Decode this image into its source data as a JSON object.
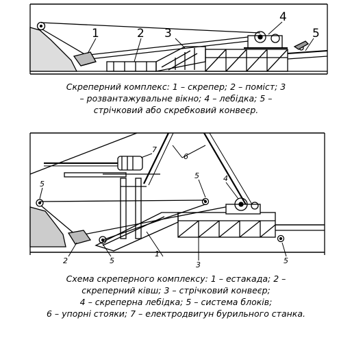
{
  "figure1": {
    "labels": [
      "1",
      "2",
      "3",
      "4",
      "5"
    ],
    "caption": [
      "Скреперний комплекс: 1 – скрепер; 2 – поміст; 3",
      "– розвантажувальне вікно; 4 – лебідка; 5 –",
      "стрічковий або скребковий конвеєр."
    ]
  },
  "figure2": {
    "labels": [
      "1",
      "2",
      "3",
      "4",
      "5",
      "5",
      "5",
      "5",
      "6",
      "7"
    ],
    "caption": [
      "Схема скреперного комплексу: 1 – естакада; 2 –",
      "скреперний ківш; 3 – стрічковий конвеєр;",
      "4 – скреперна лебідка; 5 – система блоків;",
      "6 – упорні стояки; 7 – електродвигун бурильного станка."
    ]
  },
  "colors": {
    "ink": "#000000",
    "paper": "#ffffff"
  }
}
